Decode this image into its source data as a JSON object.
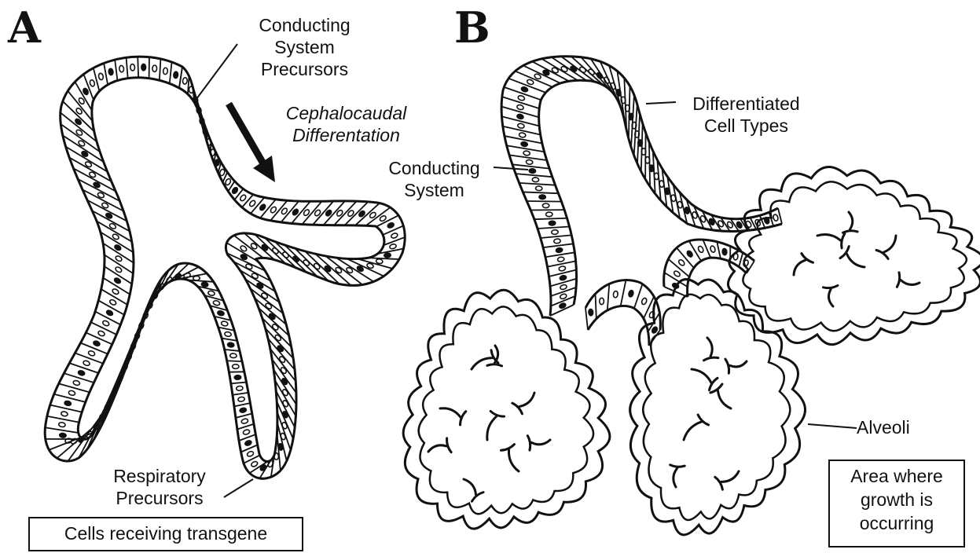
{
  "panels": {
    "a": "A",
    "b": "B"
  },
  "panel_a": {
    "conducting_precursors": [
      "Conducting",
      "System",
      "Precursors"
    ],
    "cephalocaudal": [
      "Cephalocaudal",
      "Differentation"
    ],
    "respiratory_precursors": [
      "Respiratory",
      "Precursors"
    ],
    "legend": "Cells receiving transgene"
  },
  "panel_b": {
    "differentiated": [
      "Differentiated",
      "Cell Types"
    ],
    "conducting_system": [
      "Conducting",
      "System"
    ],
    "alveoli": "Alveoli",
    "legend": [
      "Area where",
      "growth is",
      "occurring"
    ]
  }
}
